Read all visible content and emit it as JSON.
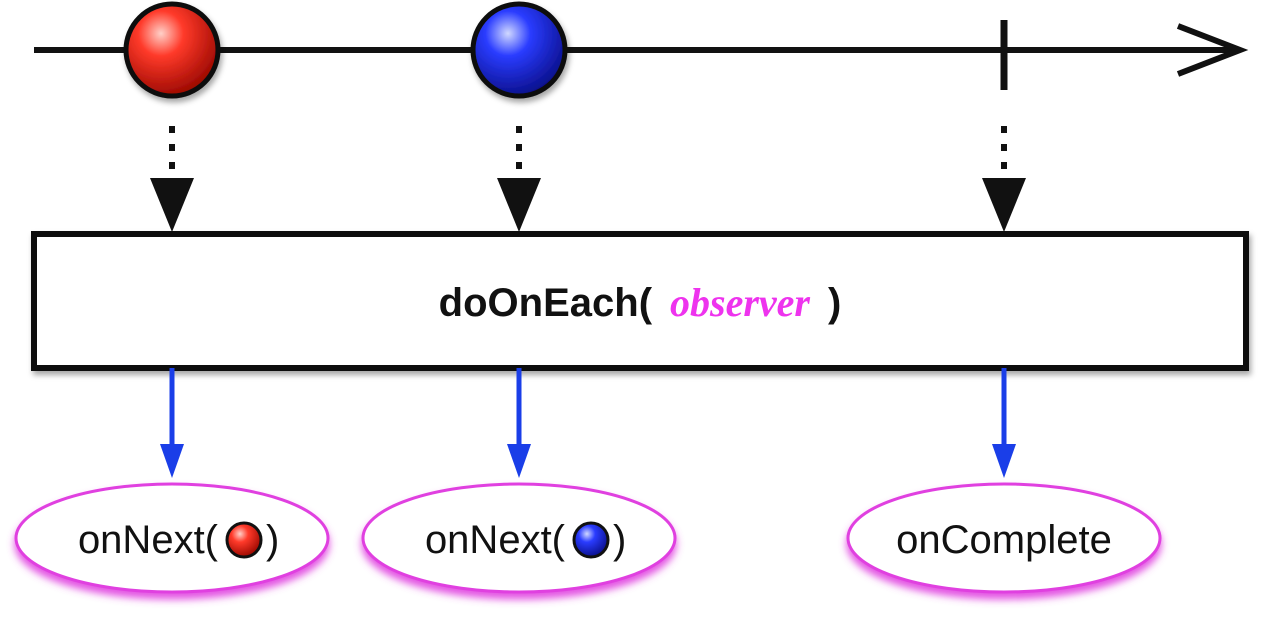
{
  "operator": {
    "name": "doOnEach(",
    "param": "observer",
    "close": ")"
  },
  "source_timeline": {
    "items": [
      {
        "kind": "marble",
        "color": "red"
      },
      {
        "kind": "marble",
        "color": "blue"
      },
      {
        "kind": "completion"
      }
    ]
  },
  "callbacks": [
    {
      "prefix": "onNext(",
      "suffix": ")",
      "marble_color": "red"
    },
    {
      "prefix": "onNext(",
      "suffix": ")",
      "marble_color": "blue"
    },
    {
      "label": "onComplete"
    }
  ],
  "colors": {
    "red": "#e8140e",
    "blue": "#1c2bf0",
    "param": "#ee33ee",
    "arrow_blue": "#1a3ee8",
    "ellipse_glow": "#e040e0"
  }
}
